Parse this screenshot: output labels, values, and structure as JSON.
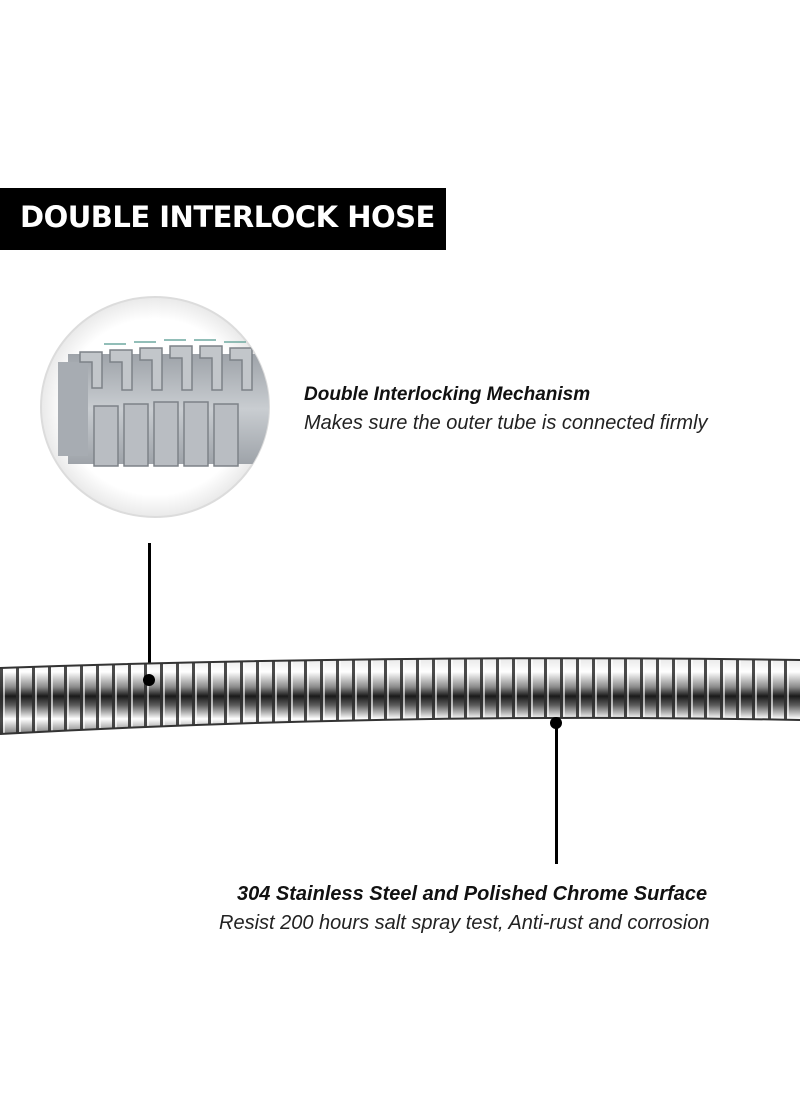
{
  "banner": {
    "title": "DOUBLE INTERLOCK HOSE"
  },
  "callouts": [
    {
      "title": "Double Interlocking Mechanism",
      "description": "Makes sure the outer tube is connected firmly"
    },
    {
      "title": "304 Stainless Steel and Polished Chrome Surface",
      "description": "Resist 200 hours salt spray test, Anti-rust and corrosion"
    }
  ],
  "colors": {
    "banner_bg": "#000000",
    "banner_text": "#ffffff",
    "steel": "#b7bcc2",
    "chrome_dark": "#1a1a1a"
  },
  "icons": [
    "hose-cross-section-illustration",
    "chrome-hose-illustration"
  ]
}
